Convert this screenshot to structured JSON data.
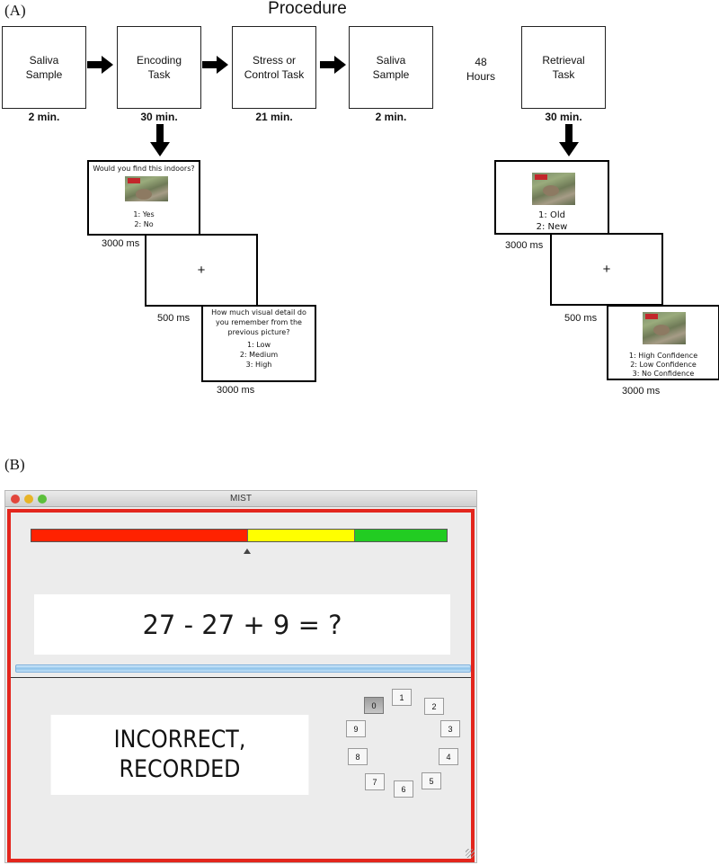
{
  "panel_a": {
    "label": "(A)",
    "title": "Procedure",
    "steps": [
      {
        "label": "Saliva\nSample",
        "time": "2 min."
      },
      {
        "label": "Encoding\nTask",
        "time": "30 min."
      },
      {
        "label": "Stress or\nControl Task",
        "time": "21 min."
      },
      {
        "label": "Saliva\nSample",
        "time": "2 min."
      },
      {
        "label": "Retrieval\nTask",
        "time": "30 min."
      }
    ],
    "delay_label": "48\nHours",
    "encoding": {
      "screen1": {
        "question": "Would you find this indoors?",
        "options": [
          "1: Yes",
          "2: No"
        ],
        "duration": "3000 ms"
      },
      "fixation": {
        "symbol": "+",
        "duration": "500 ms"
      },
      "screen3": {
        "question_lines": [
          "How much visual detail do",
          "you remember from the",
          "previous picture?"
        ],
        "options": [
          "1: Low",
          "2: Medium",
          "3: High"
        ],
        "duration": "3000 ms"
      }
    },
    "retrieval": {
      "screen1": {
        "options": [
          "1: Old",
          "2: New"
        ],
        "duration": "3000 ms"
      },
      "fixation": {
        "symbol": "+",
        "duration": "500 ms"
      },
      "screen3": {
        "options": [
          "1: High Confidence",
          "2: Low Confidence",
          "3: No Confidence"
        ],
        "duration": "3000 ms"
      }
    }
  },
  "panel_b": {
    "label": "(B)",
    "window_title": "MIST",
    "performance_bar": {
      "segments": [
        "#ff2200",
        "#ffff00",
        "#22cc22"
      ],
      "marker_fraction": 0.52
    },
    "equation": "27 - 27 + 9 = ?",
    "feedback_lines": [
      "INCORRECT,",
      "RECORDED"
    ],
    "answer_dial": {
      "selected": "0",
      "buttons": [
        "0",
        "1",
        "2",
        "3",
        "4",
        "5",
        "6",
        "7",
        "8",
        "9"
      ]
    },
    "colors": {
      "frame": "#e3261d",
      "progress": "#a6cfee"
    }
  }
}
